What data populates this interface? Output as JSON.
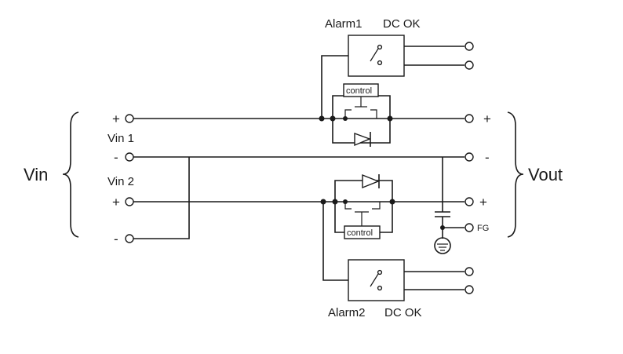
{
  "labels": {
    "vin": "Vin",
    "vout": "Vout",
    "vin1": "Vin 1",
    "vin2": "Vin 2",
    "alarm1": "Alarm1",
    "dcok1": "DC OK",
    "alarm2": "Alarm2",
    "dcok2": "DC OK",
    "control_top": "control",
    "control_bottom": "control",
    "fg": "FG"
  },
  "signs": {
    "vin1_plus": "+",
    "vin1_minus": "-",
    "vin2_plus": "+",
    "vin2_minus": "-",
    "out_plus_top": "+",
    "out_minus": "-",
    "out_plus_bottom": "+"
  },
  "colors": {
    "ink": "#1a1a1a",
    "background": "#ffffff"
  }
}
